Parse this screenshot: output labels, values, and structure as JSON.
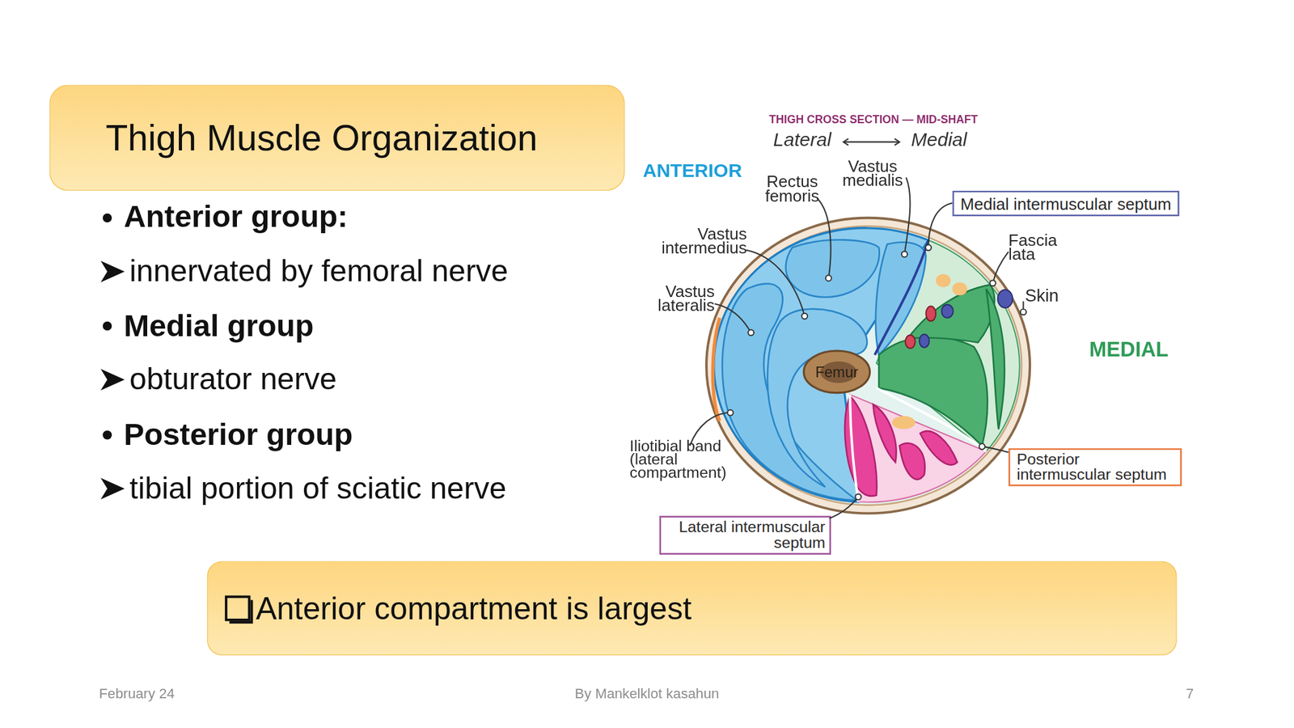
{
  "diagram": {
    "title": "Thigh Muscle Organization",
    "nodes": [
      {
        "text": [
          "Medial intermuscular septum"
        ]
      },
      {
        "text": [
          "Femur"
        ]
      },
      {
        "text": [
          "Posterior intermuscular septum"
        ]
      },
      {
        "text": [
          "Lateral intermuscular septum"
        ]
      },
      {
        "text": [
          "Anterior compartment is largest"
        ]
      }
    ],
    "labels": [
      "Anterior group:",
      "innervated by femoral nerve",
      "Medial group",
      "obturator nerve",
      "Posterior group",
      "tibial portion of sciatic nerve",
      "THIGH CROSS SECTION — MID-SHAFT",
      "Lateral",
      "Medial",
      "ANTERIOR",
      "Rectus femoris",
      "Vastus medialis",
      "Vastus intermedius",
      "Vastus lateralis",
      "Fascia lata",
      "Skin",
      "MEDIAL",
      "Iliotibial band (lateral compartment)",
      "February 24",
      "By Mankelklot kasahun",
      "7"
    ]
  }
}
